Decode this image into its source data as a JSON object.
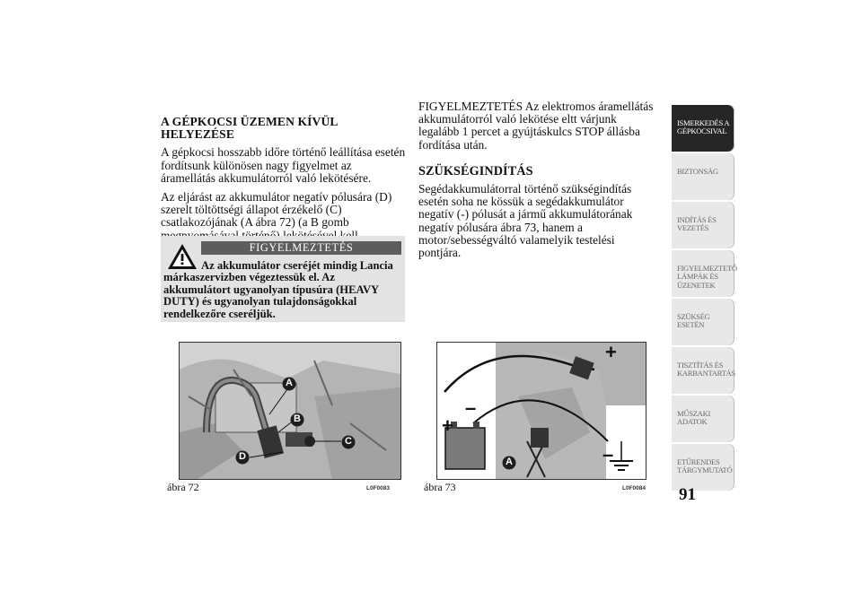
{
  "left_column": {
    "heading": "A GÉPKOCSI ÜZEMEN KÍVÜL HELYEZÉSE",
    "p1": "A gépkocsi hosszabb időre történő leállítása esetén fordítsunk különösen nagy figyelmet az áramellátás akkumulátorról való lekötésére.",
    "p2": "Az eljárást az akkumulátor negatív pólusára (D) szerelt töltöttségi állapot érzékelő (C) csatlakozójának (A ábra 72) (a B gomb megnyomásával történő) lekötésével kell végrehajtani. Ezt az érzékelőt az akkumulátorcsere esetét kivéve soha sem szabad lekötni a pólusról."
  },
  "warning": {
    "title": "FIGYELMEZTETÉS",
    "text": "Az akkumulátor cseréjét mindig Lancia márkaszervizben végeztessük el. Az akkumulátort ugyanolyan típusúra (HEAVY DUTY) és ugyanolyan tulajdonságokkal rendelkezőre cseréljük."
  },
  "right_column": {
    "p1": "FIGYELMEZTETÉS Az elektromos áramellátás akkumulátorról való lekötése eltt várjunk legalább 1 percet a gyújtáskulcs STOP állásba fordítása után.",
    "heading": "SZÜKSÉGINDÍTÁS",
    "p2": "Segédakkumulátorral történő szükségindítás esetén soha ne kössük a segédakkumulátor negatív (-) pólusát a jármű akkumulátorának negatív pólusára ábra 73, hanem a motor/sebességváltó valamelyik testelési pontjára."
  },
  "figure_72": {
    "caption": "ábra 72",
    "code": "L0F0083",
    "labels": {
      "a": "A",
      "b": "B",
      "c": "C",
      "d": "D"
    }
  },
  "figure_73": {
    "caption": "ábra 73",
    "code": "L0F0084",
    "labels": {
      "a": "A"
    },
    "plus": "+",
    "minus": "–"
  },
  "sidebar": {
    "tabs": [
      {
        "label": "ISMERKEDÉS A GÉPKOCSIVAL",
        "active": true
      },
      {
        "label": "BIZTONSÁG",
        "active": false
      },
      {
        "label": "INDÍTÁS ÉS VEZETÉS",
        "active": false
      },
      {
        "label": "FIGYELMEZTETŐ LÁMPÁK ÉS ÜZENETEK",
        "active": false
      },
      {
        "label": "SZÜKSÉG ESETÉN",
        "active": false
      },
      {
        "label": "TISZTÍTÁS ÉS KARBANTARTÁS",
        "active": false
      },
      {
        "label": "MŰSZAKI ADATOK",
        "active": false
      },
      {
        "label": "ETŰRENDES TÁRGYMUTATÓ",
        "active": false
      }
    ]
  },
  "page_number": "91",
  "colors": {
    "label_circle": "#1e1e1e",
    "active_tab": "#262626",
    "warning_bg": "#e3e3e3",
    "warning_title_bg": "#5d5d5d"
  }
}
